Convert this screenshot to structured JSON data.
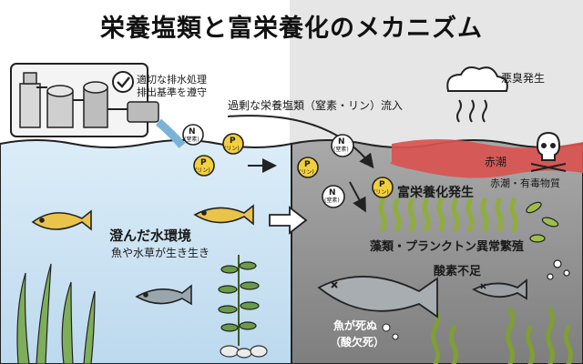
{
  "title": "栄養塩類と富栄養化のメカニズム",
  "treatment": {
    "line1": "適切な排水処理",
    "line2": "排出基準を遵守"
  },
  "inflow_label": "過剰な栄養塩類（窒素・リン）流入",
  "odor_label": "悪臭発生",
  "red_tide_label": "赤潮",
  "red_tide_toxin_label": "赤潮・有毒物質",
  "eutrophication_label": "富栄養化発生",
  "bloom_label": "藻類・プランクトン異常繁殖",
  "oxygen_label": "酸素不足",
  "dead_fish": {
    "line1": "魚が死ぬ",
    "line2": "（酸欠死）"
  },
  "clear_water": {
    "title": "澄んだ水環境",
    "subtitle": "魚や水草が生き生き"
  },
  "nutrients": {
    "n_symbol": "N",
    "n_name": "(窒素)",
    "p_symbol": "P",
    "p_name": "(リン)"
  },
  "colors": {
    "clean_water": "#cfe6f5",
    "polluted_water": "#8d8d8d",
    "red_tide": "#d9534f",
    "phosphorus": "#f2cf3c",
    "fish": "#e9c44a",
    "algae": "#8fae3a"
  },
  "icons": [
    "treatment-plant-icon",
    "checkmark-icon",
    "cloud-icon",
    "odor-wave-icon",
    "skull-icon",
    "fish-icon",
    "dead-fish-icon",
    "algae-icon",
    "bacteria-icon",
    "arrow-icon"
  ]
}
